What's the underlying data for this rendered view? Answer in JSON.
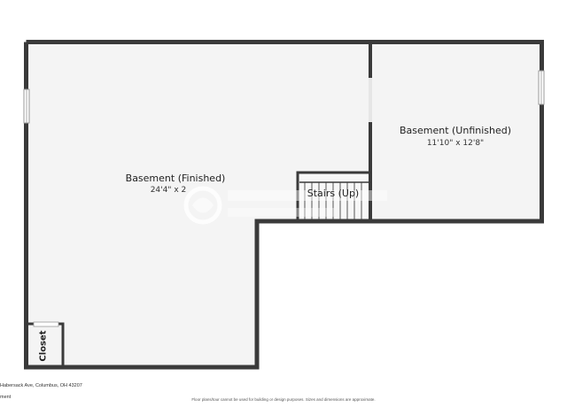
{
  "plan": {
    "rooms": [
      {
        "name": "Basement (Finished)",
        "dimensions": "24'4\" x 2"
      },
      {
        "name": "Basement (Unfinished)",
        "dimensions": "11'10\" x 12'8\""
      }
    ],
    "stairs_label": "Stairs (Up)",
    "closet_label": "Closet"
  },
  "footer": {
    "address": "Habersack Ave, Columbus, OH 43207",
    "floor_label": "ment",
    "disclaimer": "Floor plans/tour cannot be used for building or design purposes. Sizes and dimensions are approximate."
  },
  "colors": {
    "wall": "#3a3a3a",
    "floor": "#f4f4f4",
    "window": "#c8cccc"
  }
}
